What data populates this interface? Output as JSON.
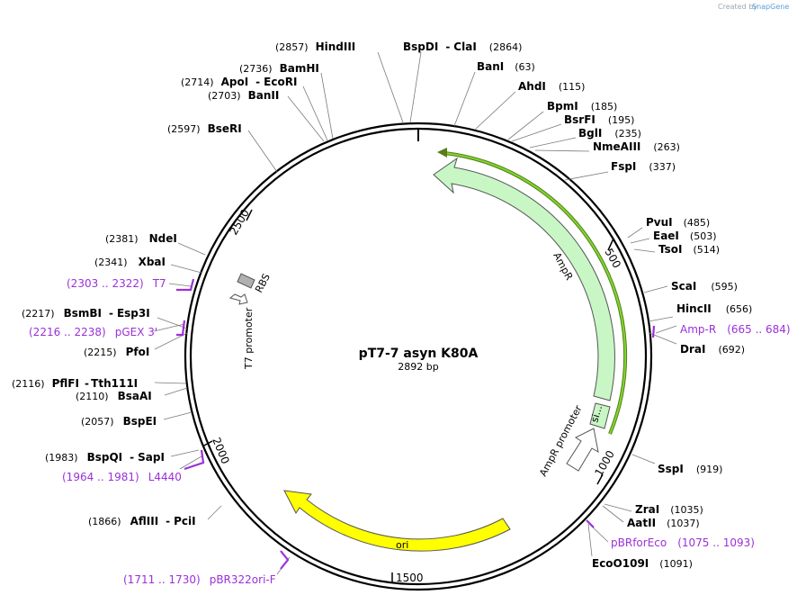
{
  "credit": {
    "created_by": "Created by",
    "brand": "SnapGene"
  },
  "plasmid": {
    "name": "pT7-7 asyn K80A",
    "length": "2892 bp"
  },
  "ticks": [
    "500",
    "1000",
    "1500",
    "2000",
    "2500"
  ],
  "sites": [
    {
      "pos": "(2857)",
      "name": "HindIII"
    },
    {
      "name": "BspDI",
      "dash": "-",
      "name2": "ClaI",
      "pos": "(2864)"
    },
    {
      "name": "BanI",
      "pos": "(63)"
    },
    {
      "name": "AhdI",
      "pos": "(115)"
    },
    {
      "name": "BpmI",
      "pos": "(185)"
    },
    {
      "name": "BsrFI",
      "pos": "(195)"
    },
    {
      "name": "BglI",
      "pos": "(235)"
    },
    {
      "name": "NmeAIII",
      "pos": "(263)"
    },
    {
      "name": "FspI",
      "pos": "(337)"
    },
    {
      "name": "PvuI",
      "pos": "(485)"
    },
    {
      "name": "EaeI",
      "pos": "(503)"
    },
    {
      "name": "TsoI",
      "pos": "(514)"
    },
    {
      "name": "ScaI",
      "pos": "(595)"
    },
    {
      "name": "HincII",
      "pos": "(656)"
    },
    {
      "name": "DraI",
      "pos": "(692)"
    },
    {
      "name": "SspI",
      "pos": "(919)"
    },
    {
      "name": "ZraI",
      "pos": "(1035)"
    },
    {
      "name": "AatII",
      "pos": "(1037)"
    },
    {
      "name": "EcoO109I",
      "pos": "(1091)"
    },
    {
      "pos": "(2736)",
      "name": "BamHI"
    },
    {
      "pos": "(2714)",
      "name": "ApoI",
      "dash": "-",
      "name2": "EcoRI"
    },
    {
      "pos": "(2703)",
      "name": "BanII"
    },
    {
      "pos": "(2597)",
      "name": "BseRI"
    },
    {
      "pos": "(2381)",
      "name": "NdeI"
    },
    {
      "pos": "(2341)",
      "name": "XbaI"
    },
    {
      "pos": "(2217)",
      "name": "BsmBI",
      "dash": "-",
      "name2": "Esp3I"
    },
    {
      "pos": "(2215)",
      "name": "PfoI"
    },
    {
      "pos": "(2116)",
      "name": "PflFI",
      "dash": "-",
      "name2": "Tth111I"
    },
    {
      "pos": "(2110)",
      "name": "BsaAI"
    },
    {
      "pos": "(2057)",
      "name": "BspEI"
    },
    {
      "pos": "(1983)",
      "name": "BspQI",
      "dash": "-",
      "name2": "SapI"
    },
    {
      "pos": "(1866)",
      "name": "AflIII",
      "dash": "-",
      "name2": "PciI"
    }
  ],
  "primers": [
    {
      "range": "(2303 .. 2322)",
      "name": "T7"
    },
    {
      "range": "(2216 .. 2238)",
      "name": "pGEX 3'"
    },
    {
      "range": "(1964 .. 1981)",
      "name": "L4440"
    },
    {
      "range": "(1711 .. 1730)",
      "name": "pBR322ori-F"
    },
    {
      "name": "Amp-R",
      "range": "(665 .. 684)"
    },
    {
      "name": "pBRforEco",
      "range": "(1075 .. 1093)"
    }
  ],
  "features": {
    "ampr": "AmpR",
    "ampr_promoter": "AmpR promoter",
    "ori": "ori",
    "rbs": "RBS",
    "t7_promoter": "T7 promoter",
    "signal": "si..."
  },
  "colors": {
    "ampr": "#c8f7c5",
    "ori": "#ffff00",
    "primer": "#9b30d9",
    "signal_bar": "#7cd82f"
  }
}
